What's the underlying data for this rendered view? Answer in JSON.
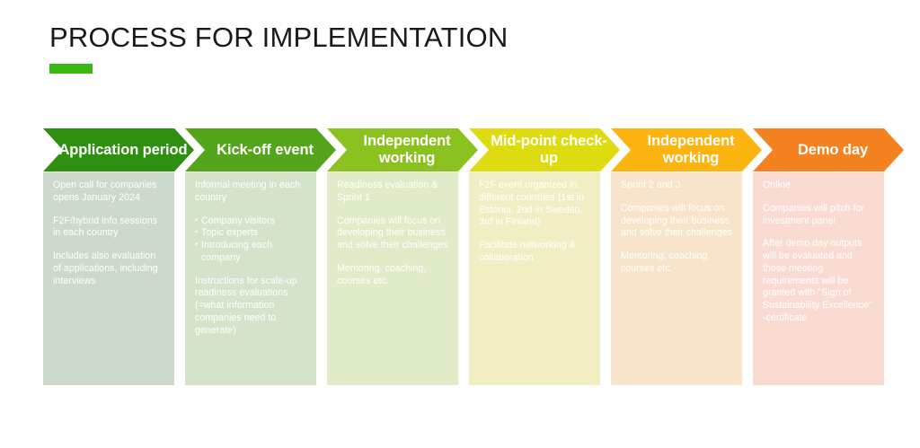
{
  "header": {
    "title": "PROCESS FOR IMPLEMENTATION",
    "accent_color": "#3cb815"
  },
  "process": {
    "steps": [
      {
        "label": "Application period",
        "header_color": "#2f8f10",
        "body_color": "#ced9cd",
        "blocks": [
          {
            "type": "paragraph",
            "text": "Open call for companies opens January 2024"
          },
          {
            "type": "paragraph",
            "text": "F2F/hybrid info sessions in each country"
          },
          {
            "type": "paragraph",
            "text": "Includes also evaluation of applications, including interviews"
          }
        ]
      },
      {
        "label": "Kick-off event",
        "header_color": "#55a51c",
        "body_color": "#d5e3cb",
        "blocks": [
          {
            "type": "paragraph",
            "text": "Informal meeting in each country"
          },
          {
            "type": "list",
            "items": [
              "Company visitors",
              "Topic experts",
              "Introducing each company"
            ]
          },
          {
            "type": "paragraph",
            "text": "Instructions for scale-up readiness evaluations (=what information companies need to generate)"
          }
        ]
      },
      {
        "label": "Independent working",
        "header_color": "#8cc220",
        "body_color": "#e0ebc8",
        "blocks": [
          {
            "type": "paragraph",
            "text": "Readiness evaluation & Sprint 1"
          },
          {
            "type": "paragraph",
            "text": "Companies will focus on developing their business and solve their challenges"
          },
          {
            "type": "paragraph",
            "text": "Mentoring, coaching, courses etc."
          }
        ]
      },
      {
        "label": "Mid-point check-up",
        "header_color": "#dedc10",
        "body_color": "#f2eec4",
        "blocks": [
          {
            "type": "paragraph",
            "text": "F2F event organized in different countries (1st in Estonia, 2nd in Sweden, 3rd in Finland)"
          },
          {
            "type": "paragraph",
            "text": "Facilitate networking & collaboration"
          }
        ]
      },
      {
        "label": "Independent working",
        "header_color": "#fcb411",
        "body_color": "#f8e3cb",
        "blocks": [
          {
            "type": "paragraph",
            "text": "Sprint 2 and 3"
          },
          {
            "type": "paragraph",
            "text": "Companies will focus on developing their business and solve their challenges"
          },
          {
            "type": "paragraph",
            "text": "Mentoring, coaching, courses etc."
          }
        ]
      },
      {
        "label": "Demo day",
        "header_color": "#f58220",
        "body_color": "#fadbd2",
        "blocks": [
          {
            "type": "paragraph",
            "text": "Online"
          },
          {
            "type": "paragraph",
            "text": "Companies will pitch for investment panel"
          },
          {
            "type": "paragraph",
            "text": "After demo day outputs will be evaluated and those meeting requirements will be granted with \"Sign of Sustainability Excellence\" -certificate"
          }
        ]
      }
    ]
  }
}
